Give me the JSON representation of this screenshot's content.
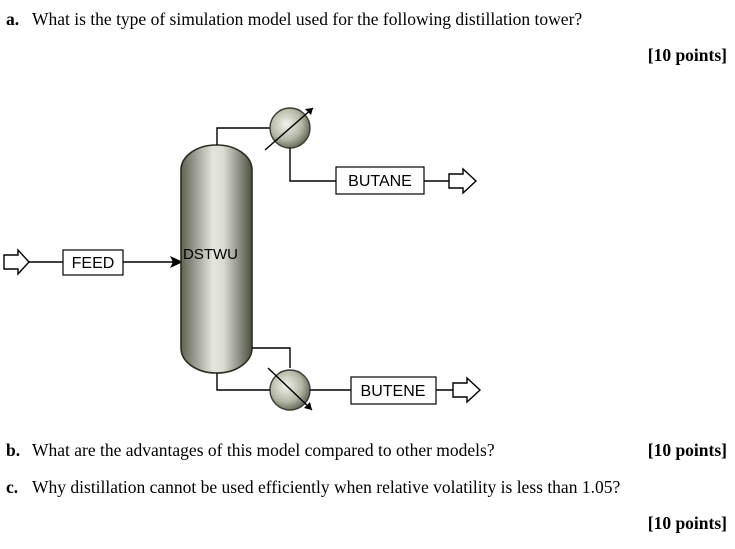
{
  "questions": [
    {
      "letter": "a.",
      "text": "What is the type of simulation model used for the following distillation tower?",
      "points": "[10 points]"
    },
    {
      "letter": "b.",
      "text": "What are the advantages of this model compared to other models?",
      "points": "[10 points]"
    },
    {
      "letter": "c.",
      "text": "Why distillation cannot be used efficiently when relative volatility is less than 1.05?",
      "points": "[10 points]"
    }
  ],
  "flowsheet": {
    "block_name": "DSTWU",
    "feed_stream": "FEED",
    "top_product": "BUTANE",
    "bottom_product": "BUTENE"
  }
}
